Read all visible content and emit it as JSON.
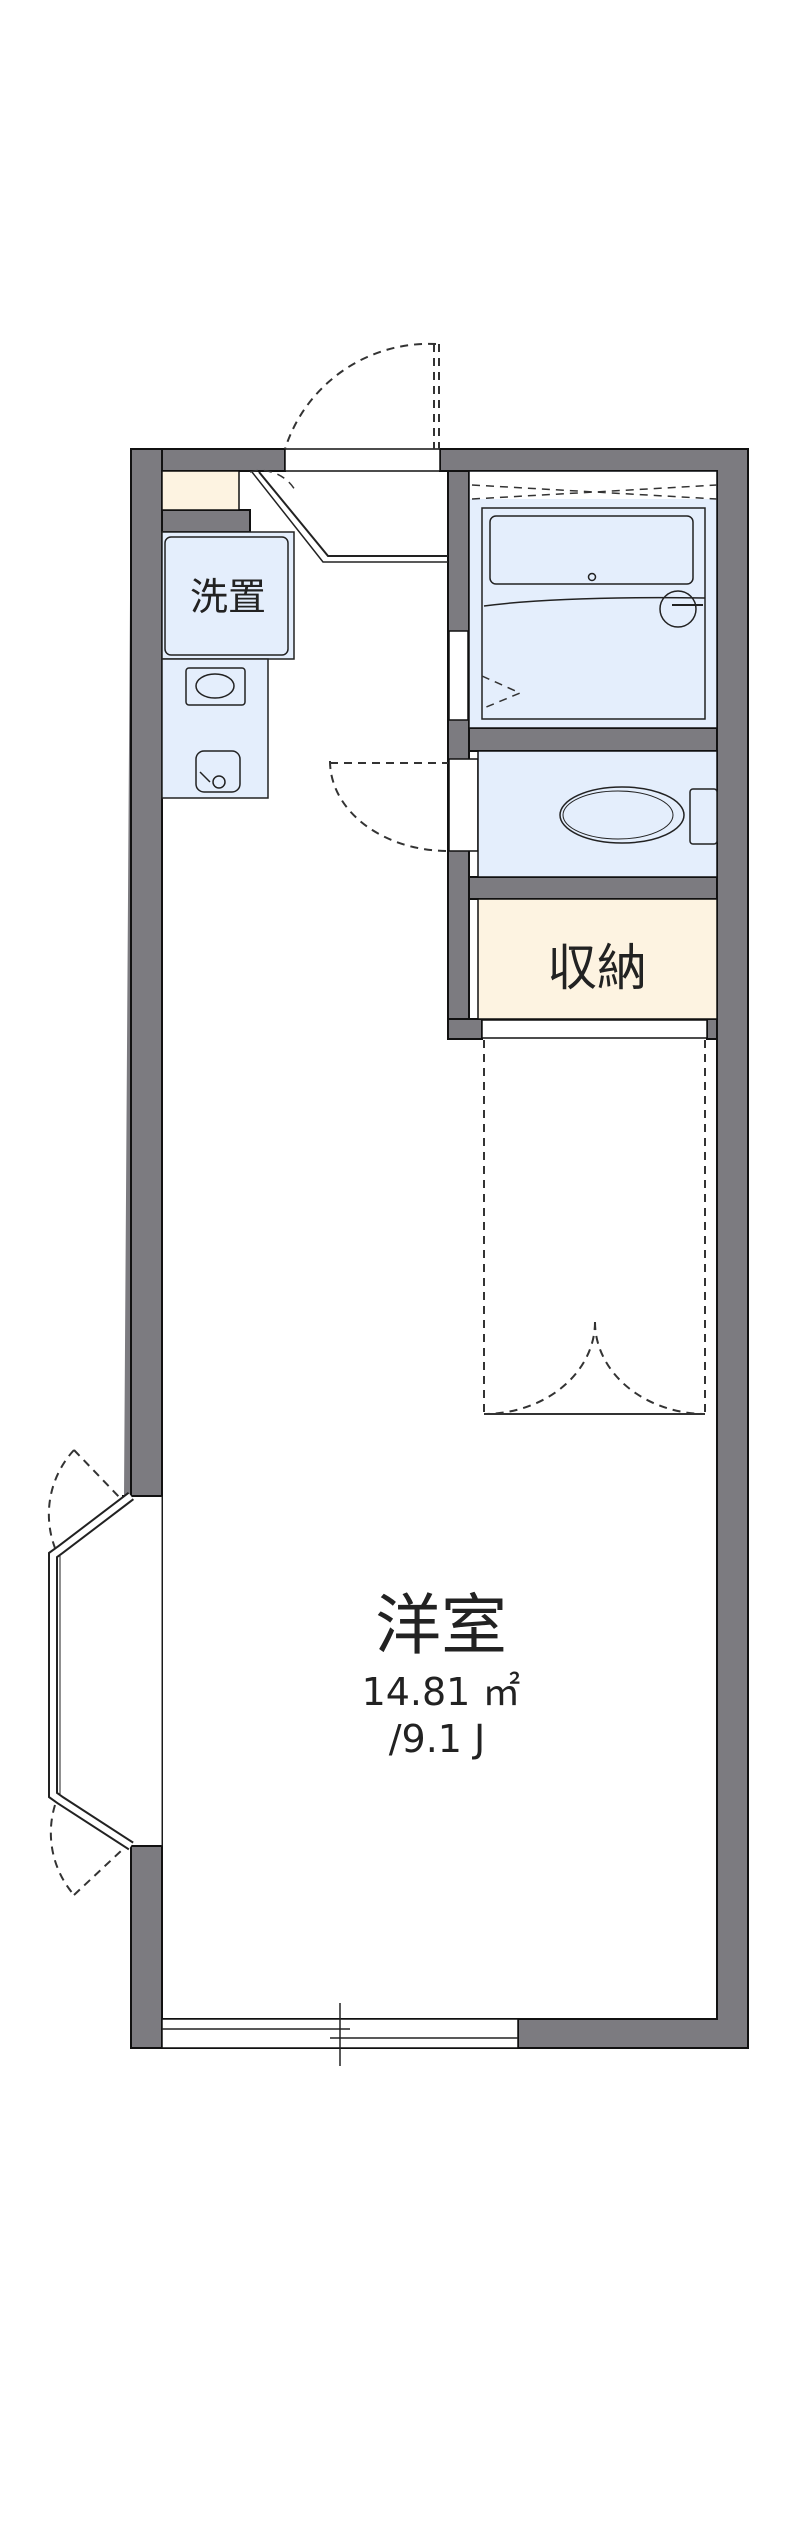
{
  "rooms": {
    "laundry": {
      "label": "洗置"
    },
    "storage": {
      "label": "収納"
    },
    "western_room": {
      "label": "洋室",
      "area": "14.81 ㎡",
      "jo": "/9.1 J"
    }
  },
  "colors": {
    "wall": "#7c7b80",
    "wet_area": "#e4eefc",
    "storage": "#fdf3e1"
  }
}
